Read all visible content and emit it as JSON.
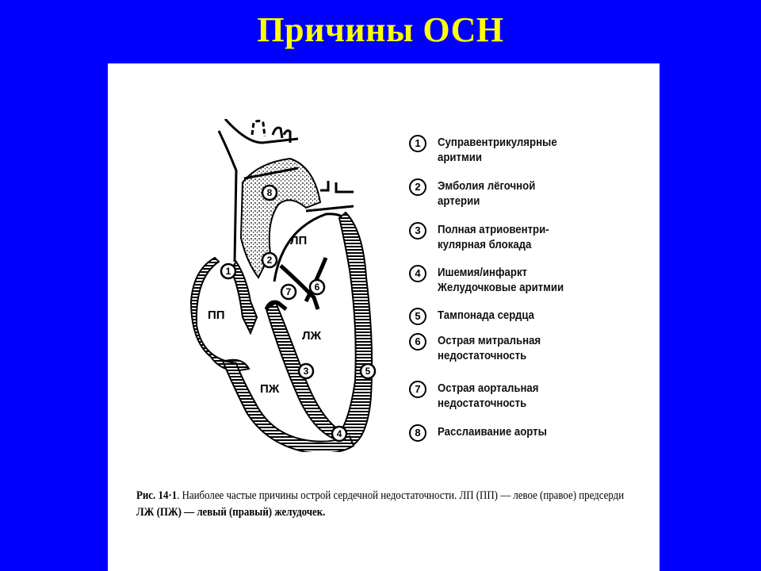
{
  "slide": {
    "title": "Причины ОСН",
    "background_color": "#0000ff",
    "title_color": "#ffff00"
  },
  "diagram": {
    "chamber_labels": {
      "la": "ЛП",
      "ra": "ПП",
      "lv": "ЛЖ",
      "rv": "ПЖ"
    },
    "markers": [
      "1",
      "2",
      "3",
      "4",
      "5",
      "6",
      "7",
      "8"
    ]
  },
  "legend": {
    "items": [
      {
        "num": "1",
        "text": "Суправентрикулярные\nаритмии"
      },
      {
        "num": "2",
        "text": "Эмболия лёгочной\nартерии"
      },
      {
        "num": "3",
        "text": "Полная атриовентри-\nкулярная блокада"
      },
      {
        "num": "4",
        "text": "Ишемия/инфаркт\nЖелудочковые аритмии"
      },
      {
        "num": "5",
        "text": "Тампонада сердца"
      },
      {
        "num": "6",
        "text": "Острая митральная\nнедостаточность"
      },
      {
        "num": "7",
        "text": "Острая аортальная\nнедостаточность"
      },
      {
        "num": "8",
        "text": "Расслаивание аорты"
      }
    ]
  },
  "caption": {
    "label": "Рис. 14·1",
    "line1": ". Наиболее частые причины острой сердечной недостаточности. ЛП (ПП) — левое (правое) предсерди",
    "line2": "ЛЖ (ПЖ) — левый (правый) желудочек."
  }
}
